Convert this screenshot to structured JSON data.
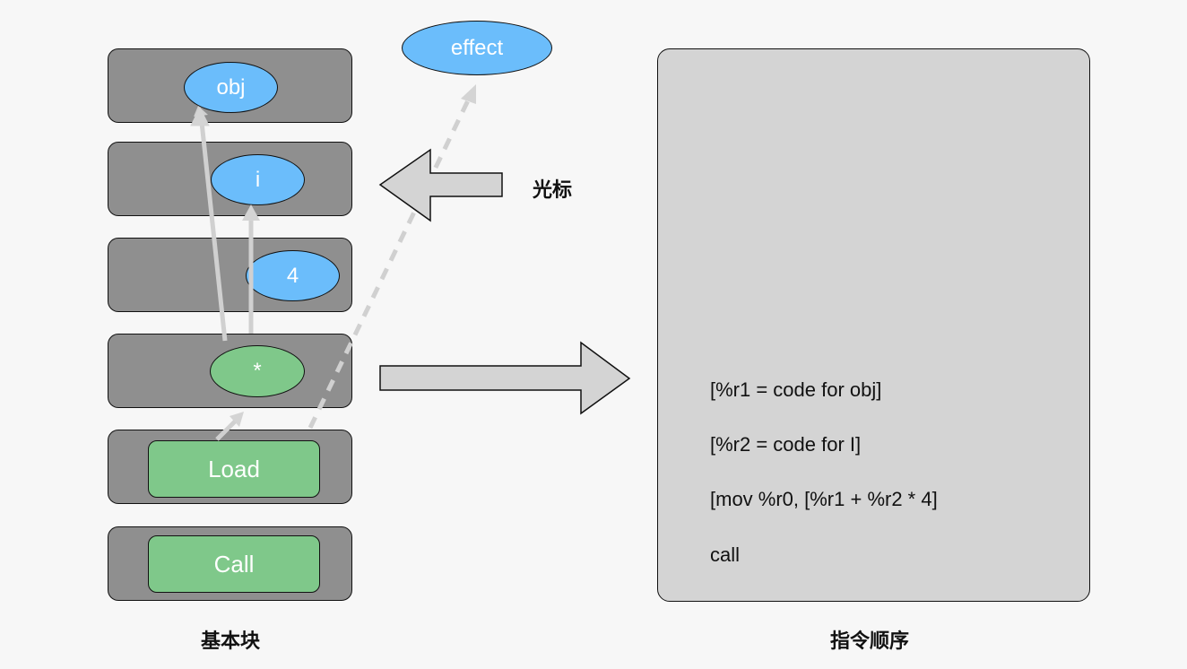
{
  "basic_block": {
    "caption": "基本块",
    "nodes": {
      "obj": "obj",
      "i": "i",
      "four": "4",
      "mul": "*",
      "load": "Load",
      "call": "Call"
    },
    "effect": "effect",
    "cursor_label": "光标"
  },
  "instruction_order": {
    "caption": "指令顺序",
    "lines": [
      "[%r1 = code for obj]",
      "[%r2 = code for I]",
      "[mov %r0, [%r1 + %r2 * 4]",
      "call"
    ]
  },
  "colors": {
    "row_fill": "#8f8f8f",
    "value_node": "#6bbdfb",
    "op_node": "#7fc88a",
    "panel_fill": "#d4d4d4",
    "arrow": "#d0d0d0"
  }
}
